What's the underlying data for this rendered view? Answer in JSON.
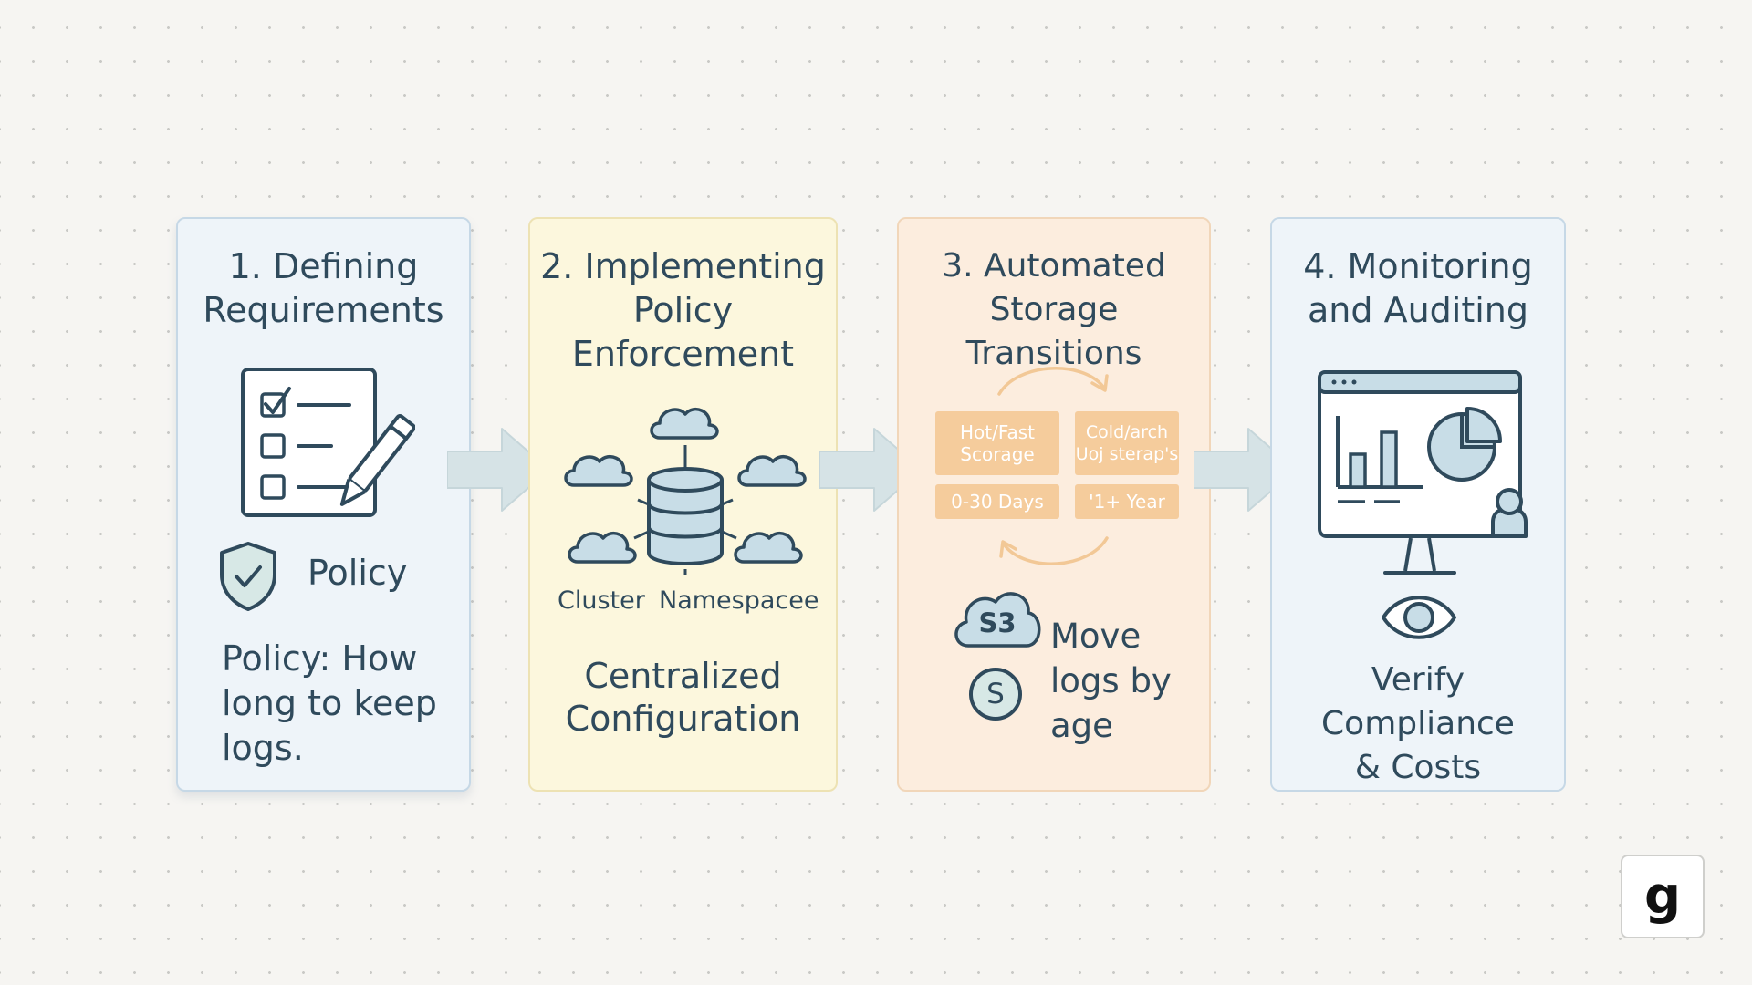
{
  "steps": [
    {
      "title": "1. Defining\nRequirements",
      "policy_label": "Policy",
      "description": "Policy: How\nlong to keep\nlogs.",
      "icons": [
        "checklist-icon",
        "pencil-icon",
        "shield-check-icon"
      ]
    },
    {
      "title": "2. Implementing\nPolicy\nEnforcement",
      "cluster_label": "Cluster",
      "namespace_label": "Namespacee",
      "description": "Centralized\nConfiguration",
      "icons": [
        "cloud-icon",
        "database-icon"
      ]
    },
    {
      "title": "3. Automated\nStorage Transitions",
      "tiers": [
        {
          "name": "Hot/Fast\nScorage",
          "age": "0-30 Days"
        },
        {
          "name": "Cold/arch\nUoj sterap's",
          "age": "'1+ Year"
        }
      ],
      "s3_label": "S3",
      "s_label": "S",
      "description": "Move\nlogs by\nage",
      "icons": [
        "cycle-arrows-icon",
        "s3-cloud-icon",
        "coin-icon"
      ]
    },
    {
      "title": "4. Monitoring\nand Auditing",
      "description": "Verify Compliance\n& Costs",
      "icons": [
        "monitor-dashboard-icon",
        "eye-icon"
      ]
    }
  ],
  "logo_text": "g",
  "colors": {
    "background": "#f6f5f2",
    "blue_card": "#eef4f9",
    "yellow_card": "#fcf7dd",
    "orange_card": "#fcedde",
    "ink": "#2f4a5c",
    "badge": "#f5cc9c",
    "arrow": "#d6e3e6"
  }
}
